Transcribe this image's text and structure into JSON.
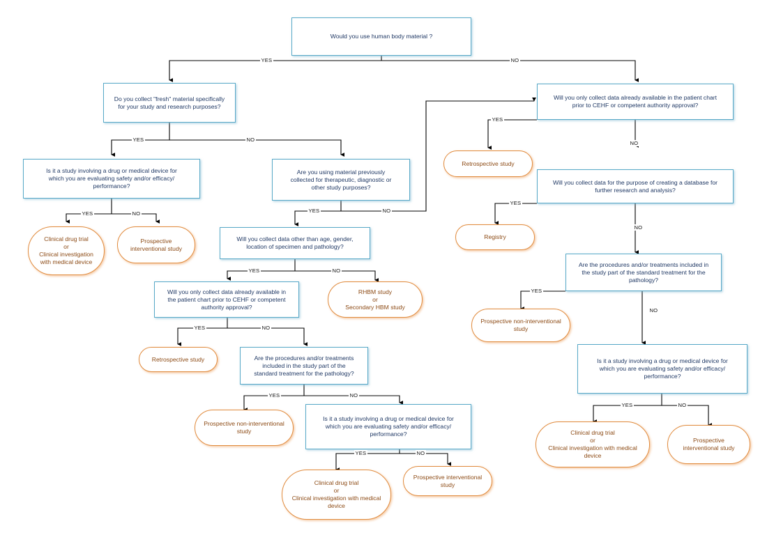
{
  "diagram": {
    "title": "Human body material study type decision tree",
    "colors": {
      "decision_border": "#57a8c7",
      "decision_text": "#1f3864",
      "terminal_border": "#e08b3e",
      "terminal_text": "#8c4a14",
      "connector": "#000000",
      "background": "#ffffff"
    },
    "nodes": [
      {
        "id": "n0",
        "kind": "decision",
        "text": "Would you use human body material ?"
      },
      {
        "id": "n1",
        "kind": "decision",
        "text": "Do you collect \"fresh\" material specifically\nfor your study and research purposes?"
      },
      {
        "id": "n2",
        "kind": "decision",
        "text": "Is it a study involving a drug or medical device for\nwhich you are evaluating safety and/or efficacy/\nperformance?"
      },
      {
        "id": "n3",
        "kind": "terminal",
        "text": "Clinical drug trial\nor\nClinical investigation\nwith medical device"
      },
      {
        "id": "n4",
        "kind": "terminal",
        "text": "Prospective\ninterventional study"
      },
      {
        "id": "n5",
        "kind": "decision",
        "text": "Are you using material previously\ncollected for therapeutic, diagnostic or\nother study purposes?"
      },
      {
        "id": "n6",
        "kind": "decision",
        "text": "Will you collect data other than age, gender,\nlocation of specimen and pathology?"
      },
      {
        "id": "n7",
        "kind": "terminal",
        "text": "RHBM study\nor\nSecondary HBM study"
      },
      {
        "id": "n8",
        "kind": "decision",
        "text": "Will you only collect data already available in\nthe patient chart prior to CEHF or competent\nauthority approval?"
      },
      {
        "id": "n9",
        "kind": "terminal",
        "text": "Retrospective study"
      },
      {
        "id": "n10",
        "kind": "decision",
        "text": "Are the procedures and/or treatments\nincluded in the study part of the\nstandard treatment for the pathology?"
      },
      {
        "id": "n11",
        "kind": "terminal",
        "text": "Prospective non-interventional\nstudy"
      },
      {
        "id": "n12",
        "kind": "decision",
        "text": "Is it a study involving a drug or medical device for\nwhich you are evaluating safety and/or efficacy/\nperformance?"
      },
      {
        "id": "n13",
        "kind": "terminal",
        "text": "Clinical drug trial\nor\nClinical investigation with medical\ndevice"
      },
      {
        "id": "n14",
        "kind": "terminal",
        "text": "Prospective interventional\nstudy"
      },
      {
        "id": "n15",
        "kind": "decision",
        "text": "Will you only collect data already available in the patient chart\nprior to CEHF or competent authority approval?"
      },
      {
        "id": "n16",
        "kind": "terminal",
        "text": "Retrospective study"
      },
      {
        "id": "n17",
        "kind": "decision",
        "text": "Will you collect data for the purpose of creating a database for\nfurther research and analysis?"
      },
      {
        "id": "n18",
        "kind": "terminal",
        "text": "Registry"
      },
      {
        "id": "n19",
        "kind": "decision",
        "text": "Are the procedures and/or treatments included in\nthe study part of the standard treatment for the\npathology?"
      },
      {
        "id": "n20",
        "kind": "terminal",
        "text": "Prospective non-interventional\nstudy"
      },
      {
        "id": "n21",
        "kind": "decision",
        "text": "Is it a study involving a drug or medical device for\nwhich you are evaluating safety and/or efficacy/\nperformance?"
      },
      {
        "id": "n22",
        "kind": "terminal",
        "text": "Clinical drug trial\nor\nClinical investigation with medical\ndevice"
      },
      {
        "id": "n23",
        "kind": "terminal",
        "text": "Prospective\ninterventional study"
      }
    ],
    "edge_labels": [
      {
        "id": "e0",
        "text": "YES"
      },
      {
        "id": "e1",
        "text": "NO"
      },
      {
        "id": "e2",
        "text": "YES"
      },
      {
        "id": "e3",
        "text": "NO"
      },
      {
        "id": "e4",
        "text": "YES"
      },
      {
        "id": "e5",
        "text": "NO"
      },
      {
        "id": "e6",
        "text": "YES"
      },
      {
        "id": "e7",
        "text": "NO"
      },
      {
        "id": "e8",
        "text": "YES"
      },
      {
        "id": "e9",
        "text": "NO"
      },
      {
        "id": "e10",
        "text": "YES"
      },
      {
        "id": "e11",
        "text": "NO"
      },
      {
        "id": "e12",
        "text": "YES"
      },
      {
        "id": "e13",
        "text": "NO"
      },
      {
        "id": "e14",
        "text": "YES"
      },
      {
        "id": "e15",
        "text": "NO"
      },
      {
        "id": "e16",
        "text": "YES"
      },
      {
        "id": "e17",
        "text": "NO"
      },
      {
        "id": "e18",
        "text": "YES"
      },
      {
        "id": "e19",
        "text": "NO"
      },
      {
        "id": "e20",
        "text": "YES"
      },
      {
        "id": "e21",
        "text": "NO"
      },
      {
        "id": "e22",
        "text": "YES"
      },
      {
        "id": "e23",
        "text": "NO"
      }
    ]
  }
}
